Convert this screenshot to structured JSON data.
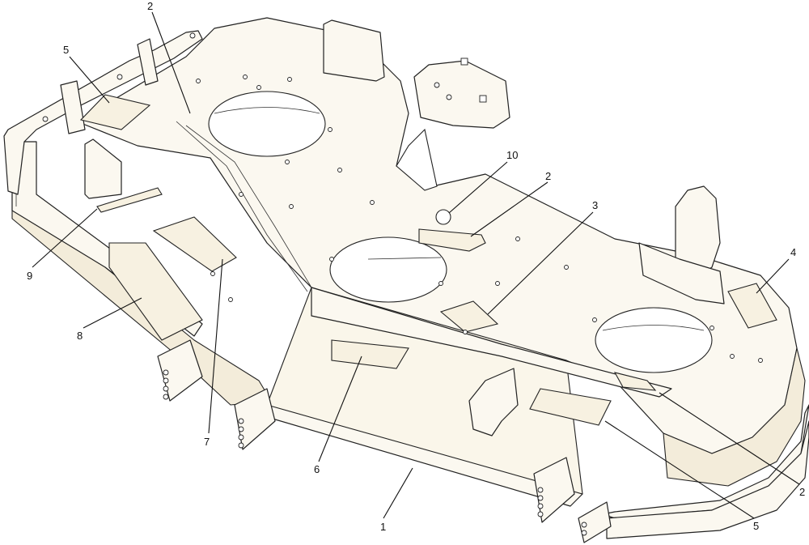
{
  "callouts": [
    {
      "id": "c1",
      "text": "1"
    },
    {
      "id": "c2a",
      "text": "2"
    },
    {
      "id": "c2b",
      "text": "2"
    },
    {
      "id": "c2c",
      "text": "2"
    },
    {
      "id": "c3",
      "text": "3"
    },
    {
      "id": "c4",
      "text": "4"
    },
    {
      "id": "c5a",
      "text": "5"
    },
    {
      "id": "c5b",
      "text": "5"
    },
    {
      "id": "c6",
      "text": "6"
    },
    {
      "id": "c7",
      "text": "7"
    },
    {
      "id": "c8",
      "text": "8"
    },
    {
      "id": "c9",
      "text": "9"
    },
    {
      "id": "c10",
      "text": "10"
    }
  ]
}
